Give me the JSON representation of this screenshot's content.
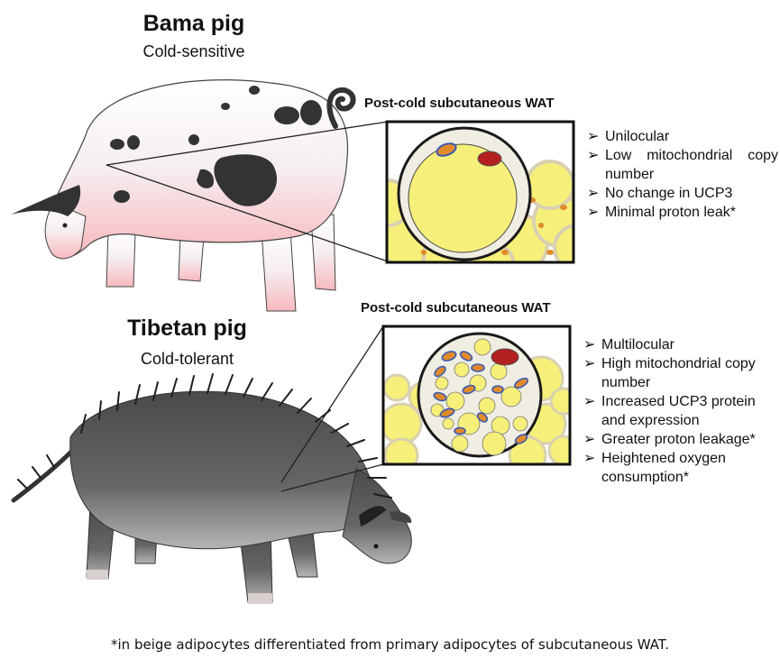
{
  "bama": {
    "title": "Bama pig",
    "subtitle": "Cold-sensitive",
    "wat_label": "Post-cold subcutaneous WAT",
    "bullets": [
      "Unilocular",
      "Low mitochondrial copy number",
      "No change in UCP3",
      "Minimal proton leak*"
    ]
  },
  "tibetan": {
    "title": "Tibetan pig",
    "subtitle": "Cold-tolerant",
    "wat_label": "Post-cold subcutaneous WAT",
    "bullets": [
      "Multilocular",
      "High mitochondrial copy number",
      "Increased UCP3 protein and expression",
      "Greater proton leakage*",
      "Heightened oxygen consumption*"
    ]
  },
  "bullet_glyph": "➢",
  "footnote": "*in beige adipocytes differentiated from primary adipocytes of subcutaneous WAT.",
  "colors": {
    "fat": "#f6f07a",
    "mitochondria": "#e08a2a",
    "nucleus": "#b32020",
    "bama_body": "#f4f4f4",
    "bama_belly": "#f7c5c8",
    "tibetan_body": "#5a5a5a"
  }
}
